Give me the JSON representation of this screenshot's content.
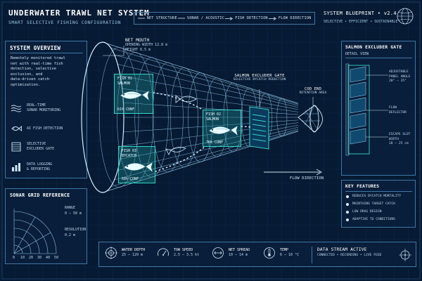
{
  "colors": {
    "background": "#071a33",
    "accent": "#2fd6c4",
    "line": "#8fc6e8",
    "panel_border": "#3d78a8",
    "text": "#cfe6f5"
  },
  "header": {
    "title": "UNDERWATER TRAWL NET SYSTEM",
    "subtitle": "SMART SELECTIVE FISHING CONFIGURATION",
    "nav": [
      {
        "label": "NET STRUCTURE",
        "icon": "line-icon"
      },
      {
        "label": "SONAR / ACOUSTIC",
        "icon": "line-icon"
      },
      {
        "label": "FISH DETECTION",
        "icon": "arrow-right-icon"
      },
      {
        "label": "FLOW DIRECTION",
        "icon": "arrow-right-icon"
      }
    ],
    "blueprint_title": "SYSTEM BLUEPRINT • v2.4",
    "blueprint_tags": "SELECTIVE • EFFICIENT • SUSTAINABLE",
    "globe_icon": "globe-icon"
  },
  "overview": {
    "title": "SYSTEM OVERVIEW",
    "description_lines": [
      "Remotely monitored trawl",
      "net with real-time fish",
      "detection, selective",
      "exclusion, and",
      "data-driven catch",
      "optimization."
    ],
    "features": [
      {
        "icon": "sonar-waves-icon",
        "lines": [
          "REAL-TIME",
          "SONAR MONITORING"
        ]
      },
      {
        "icon": "fish-icon",
        "lines": [
          "AI FISH DETECTION"
        ]
      },
      {
        "icon": "gate-icon",
        "lines": [
          "SELECTIVE",
          "EXCLUDER GATE"
        ]
      },
      {
        "icon": "bar-chart-icon",
        "lines": [
          "DATA LOGGING",
          "& REPORTING"
        ]
      }
    ]
  },
  "sonar": {
    "title": "SONAR GRID REFERENCE",
    "range_label": "RANGE",
    "range_value": "0 – 50 m",
    "resolution_label": "RESOLUTION",
    "resolution_value": "0.2 m",
    "ticks": [
      "0",
      "10",
      "20",
      "30",
      "40",
      "50"
    ]
  },
  "net": {
    "mouth_title": "NET MOUTH",
    "mouth_width": "OPENING WIDTH 12.8 m",
    "mouth_height": "HEIGHT 6.5 m",
    "gate_title": "SALMON EXCLUDER GATE",
    "gate_subtitle": "SELECTIVE BYCATCH REDUCTION",
    "cod_end": "COD END",
    "retention": "RETENTION AREA",
    "flow": "FLOW DIRECTION"
  },
  "detections": [
    {
      "title": "FISH 01",
      "species": "SALMON",
      "conf": "61% CONF"
    },
    {
      "title": "FISH 02",
      "species": "SALMON",
      "conf": "76% CONF"
    },
    {
      "title": "FISH 03",
      "species": "BYCATCH",
      "conf": "68% CONF"
    }
  ],
  "gate_detail": {
    "title": "SALMON EXCLUDER GATE",
    "subtitle": "DETAIL VIEW",
    "adjustable_lines": [
      "ADJUSTABLE",
      "PANEL ANGLE"
    ],
    "adjustable_value": "20° – 35°",
    "flow_lines": [
      "FLOW",
      "DEFLECTOR"
    ],
    "escape_lines": [
      "ESCAPE SLOT",
      "WIDTH"
    ],
    "escape_value": "18 – 25 cm"
  },
  "key_features": {
    "title": "KEY FEATURES",
    "items": [
      "REDUCES BYCATCH MORTALITY",
      "MAINTAINS TARGET CATCH",
      "LOW DRAG DESIGN",
      "ADAPTIVE TO CONDITIONS"
    ]
  },
  "stats": [
    {
      "icon": "target-icon",
      "label": "WATER DEPTH",
      "value": "25 – 120 m"
    },
    {
      "icon": "speed-icon",
      "label": "TOW SPEED",
      "value": "2.5 – 3.5 kt"
    },
    {
      "icon": "spread-icon",
      "label": "NET SPREAD",
      "value": "10 – 14 m"
    },
    {
      "icon": "thermometer-icon",
      "label": "TEMP",
      "value": "6 – 10 °C"
    }
  ],
  "stream": {
    "title": "DATA STREAM ACTIVE",
    "status": "CONNECTED • RECORDING • LIVE FEED",
    "icon": "crosshair-icon"
  }
}
